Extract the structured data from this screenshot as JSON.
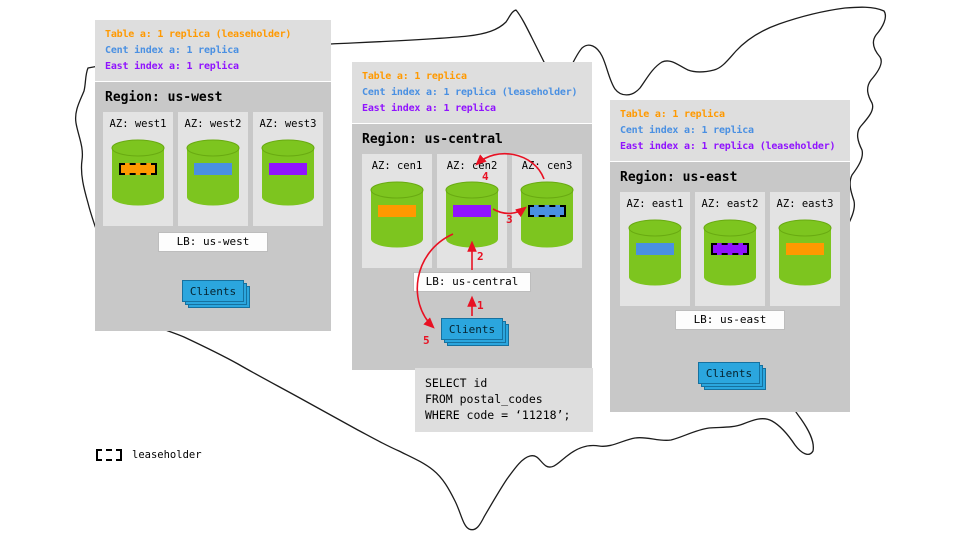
{
  "colors": {
    "orange": "#ff9900",
    "blue": "#4a90e2",
    "purple": "#9013fe",
    "green": "#7dc51f",
    "green_dark": "#69aa12",
    "red": "#e81123",
    "clients_blue": "#2ba6de"
  },
  "regions": [
    {
      "title": "Region: us-west",
      "legend": [
        {
          "text": "Table a: 1 replica (leaseholder)",
          "color": "#ff9900"
        },
        {
          "text": "Cent index a: 1 replica",
          "color": "#4a90e2"
        },
        {
          "text": "East index a: 1 replica",
          "color": "#9013fe"
        }
      ],
      "azs": [
        {
          "label": "AZ: west1",
          "replica_color": "#ff9900",
          "leaseholder": true
        },
        {
          "label": "AZ: west2",
          "replica_color": "#4a90e2",
          "leaseholder": false
        },
        {
          "label": "AZ: west3",
          "replica_color": "#9013fe",
          "leaseholder": false
        }
      ],
      "lb": "LB: us-west",
      "clients": "Clients"
    },
    {
      "title": "Region: us-central",
      "legend": [
        {
          "text": "Table a: 1 replica",
          "color": "#ff9900"
        },
        {
          "text": "Cent index a: 1 replica (leaseholder)",
          "color": "#4a90e2"
        },
        {
          "text": "East index a: 1 replica",
          "color": "#9013fe"
        }
      ],
      "azs": [
        {
          "label": "AZ: cen1",
          "replica_color": "#ff9900",
          "leaseholder": false
        },
        {
          "label": "AZ: cen2",
          "replica_color": "#9013fe",
          "leaseholder": false
        },
        {
          "label": "AZ: cen3",
          "replica_color": "#4a90e2",
          "leaseholder": true
        }
      ],
      "lb": "LB: us-central",
      "clients": "Clients"
    },
    {
      "title": "Region: us-east",
      "legend": [
        {
          "text": "Table a: 1 replica",
          "color": "#ff9900"
        },
        {
          "text": "Cent index a: 1 replica",
          "color": "#4a90e2"
        },
        {
          "text": "East index a: 1 replica (leaseholder)",
          "color": "#9013fe"
        }
      ],
      "azs": [
        {
          "label": "AZ: east1",
          "replica_color": "#4a90e2",
          "leaseholder": false
        },
        {
          "label": "AZ: east2",
          "replica_color": "#9013fe",
          "leaseholder": true
        },
        {
          "label": "AZ: east3",
          "replica_color": "#ff9900",
          "leaseholder": false
        }
      ],
      "lb": "LB: us-east",
      "clients": "Clients"
    }
  ],
  "query": {
    "lines": [
      "SELECT id",
      "FROM postal_codes",
      "WHERE code = ‘11218’;"
    ]
  },
  "flow_steps": [
    "1",
    "2",
    "3",
    "4",
    "5"
  ],
  "key": {
    "leaseholder_label": "leaseholder"
  }
}
